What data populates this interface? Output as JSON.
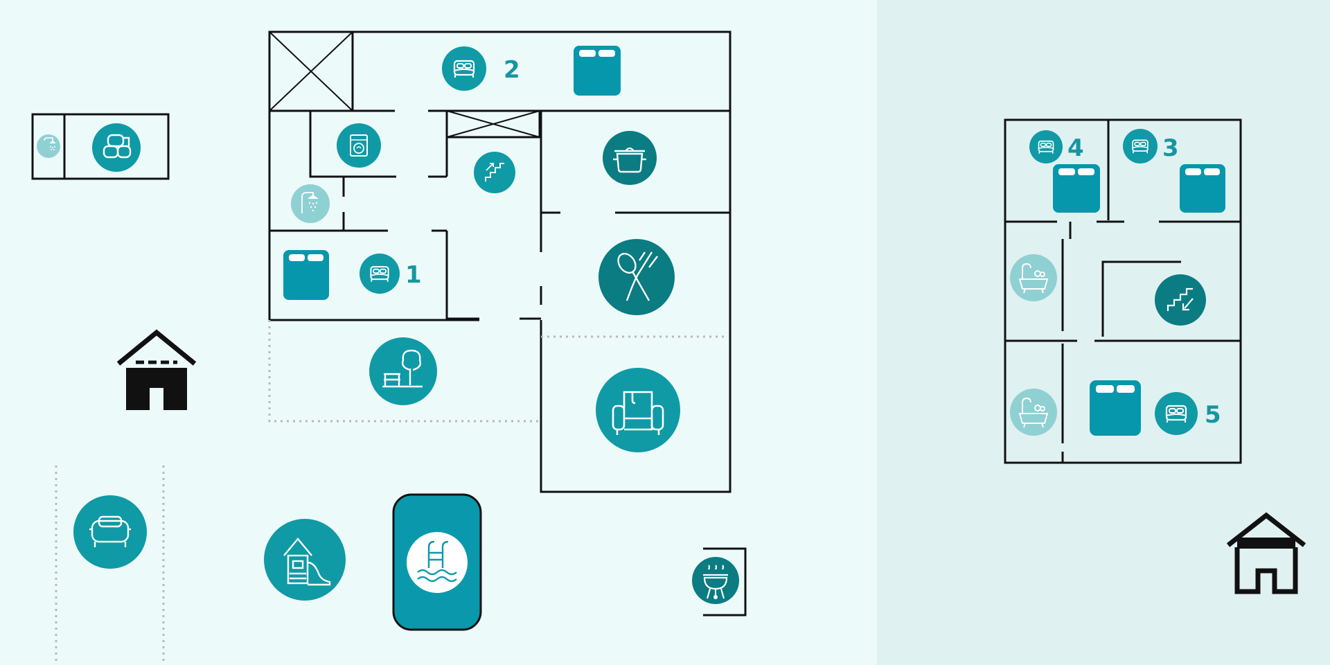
{
  "colors": {
    "background_main": "#edfafa",
    "background_upper_floor": "#e0f1f1",
    "wall": "#111111",
    "icon_teal": "#0f9aa6",
    "icon_dark_teal": "#0a7c82",
    "icon_light_teal": "#8fd0d3",
    "bed_blue": "#0797ac",
    "number_teal": "#1796a2",
    "dotted_boundary": "#b8b8b8",
    "white": "#ffffff"
  },
  "icons": {
    "bedroom": "bed-outline-icon",
    "double_bed": "double-bed-icon",
    "laundry": "washing-machine-icon",
    "shower": "shower-icon",
    "bathtub": "bathtub-icon",
    "stairs_up": "stairs-up-icon",
    "stairs_down": "stairs-down-icon",
    "kitchen": "cooking-pot-icon",
    "dining": "spoon-fork-icon",
    "living": "armchair-icon",
    "garden": "park-bench-tree-icon",
    "towels": "towels-icon",
    "parking": "car-icon",
    "playground": "playhouse-slide-icon",
    "pool": "pool-ladder-icon",
    "barbecue": "barbecue-grill-icon",
    "ground_floor": "house-ground-floor-icon",
    "upper_floor": "house-upper-floor-icon"
  },
  "rooms": {
    "ground_floor": {
      "bedroom_1": {
        "number": "1"
      },
      "bedroom_2": {
        "number": "2"
      }
    },
    "upper_floor": {
      "bedroom_3": {
        "number": "3"
      },
      "bedroom_4": {
        "number": "4"
      },
      "bedroom_5": {
        "number": "5"
      }
    }
  }
}
